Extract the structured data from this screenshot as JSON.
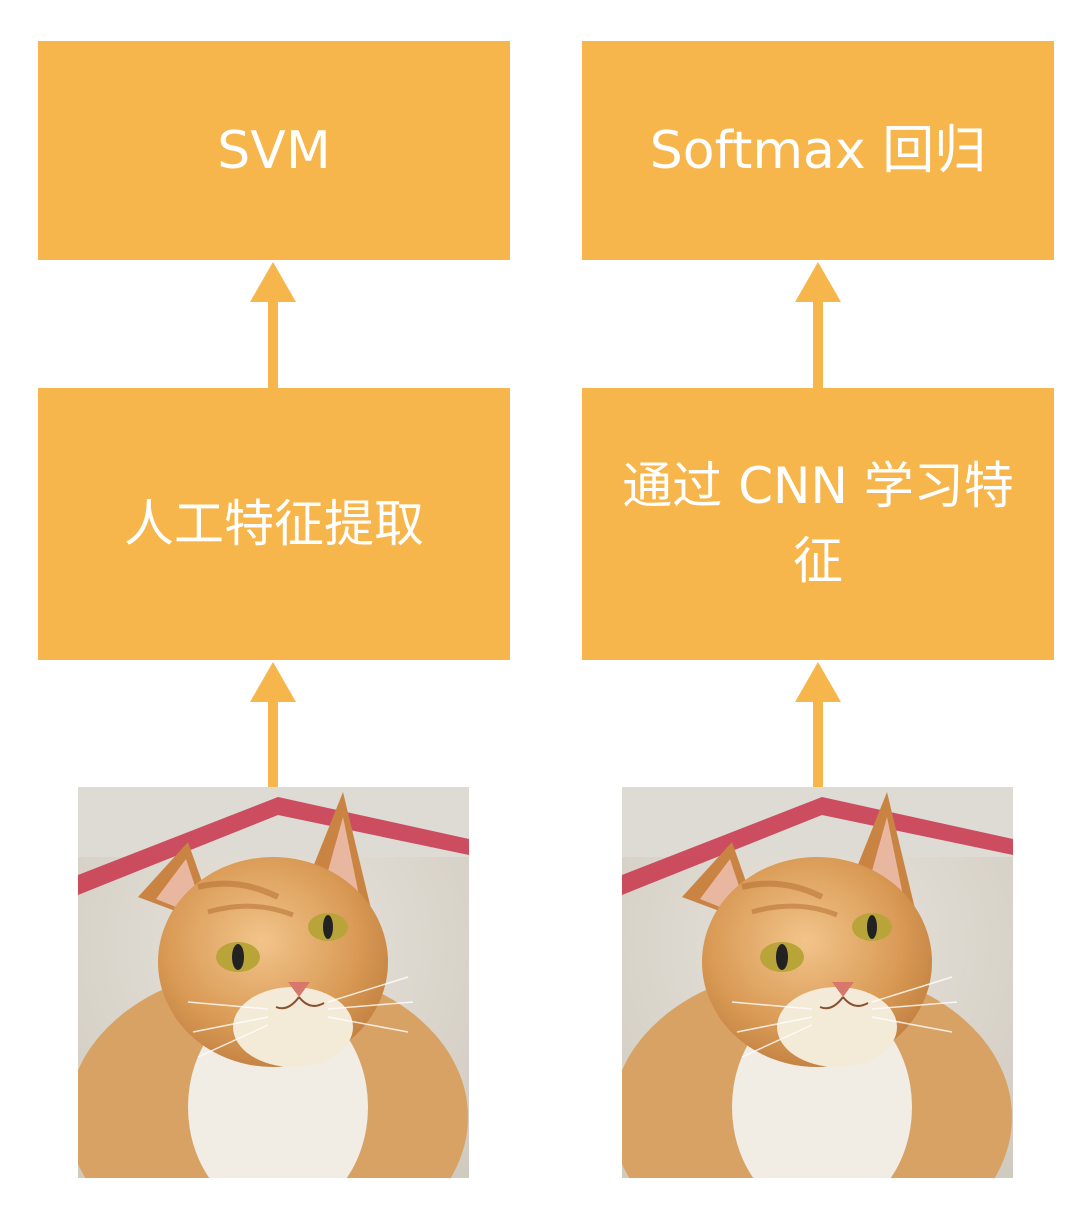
{
  "left_column": {
    "top_box": "SVM",
    "middle_box": "人工特征提取",
    "image": "cat-photo"
  },
  "right_column": {
    "top_box": "Softmax 回归",
    "middle_box": "通过 CNN 学习特征",
    "image": "cat-photo"
  },
  "colors": {
    "box_fill": "#F7B64B",
    "box_text": "#FFFFFF",
    "arrow": "#F7B64B"
  }
}
